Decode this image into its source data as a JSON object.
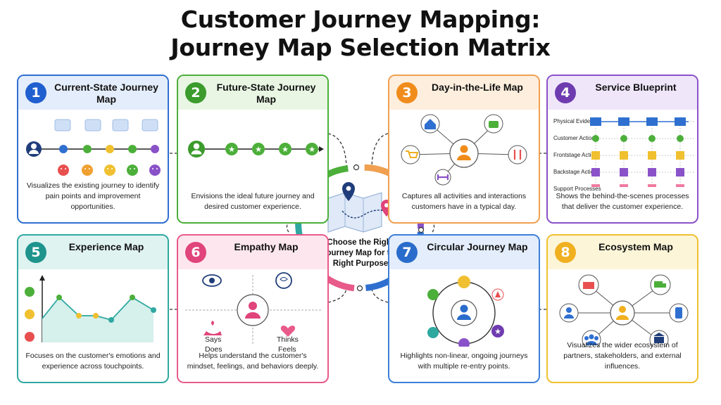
{
  "title_line1": "Customer Journey Mapping:",
  "title_line2": "Journey Map Selection Matrix",
  "center_text": "Choose the Right Journey Map for the Right Purpose",
  "cards": [
    {
      "num": "1",
      "title": "Current-State Journey Map",
      "desc": "Visualizes the existing journey to identify pain points and improvement opportunities."
    },
    {
      "num": "2",
      "title": "Future-State Journey Map",
      "desc": "Envisions the ideal future journey and desired customer experience."
    },
    {
      "num": "3",
      "title": "Day-in-the-Life Map",
      "desc": "Captures all activities and interactions customers have in a typical day."
    },
    {
      "num": "4",
      "title": "Service Blueprint",
      "desc": "Shows the behind-the-scenes processes that deliver the customer experience."
    },
    {
      "num": "5",
      "title": "Experience Map",
      "desc": "Focuses on the customer's emotions and experience across touchpoints."
    },
    {
      "num": "6",
      "title": "Empathy Map",
      "desc": "Helps understand the customer's mindset, feelings, and behaviors deeply."
    },
    {
      "num": "7",
      "title": "Circular Journey Map",
      "desc": "Highlights non-linear, ongoing journeys with multiple re-entry points."
    },
    {
      "num": "8",
      "title": "Ecosystem Map",
      "desc": "Visualizes the wider ecosystem of partners, stakeholders, and external influences."
    }
  ],
  "blueprint_rows": [
    "Physical Evidence",
    "Customer Actions",
    "Frontstage Actions",
    "Backstage Actions",
    "Support Processes"
  ],
  "empathy": {
    "says": "Says",
    "thinks": "Thinks",
    "does": "Does",
    "feels": "Feels"
  },
  "colors": {
    "blue": "#2f6fd0",
    "green": "#4caf3a",
    "orange": "#f0a050",
    "purple": "#8a52c8",
    "teal": "#2fa8a0",
    "pink": "#e85a8a",
    "yellow": "#f0c030"
  }
}
